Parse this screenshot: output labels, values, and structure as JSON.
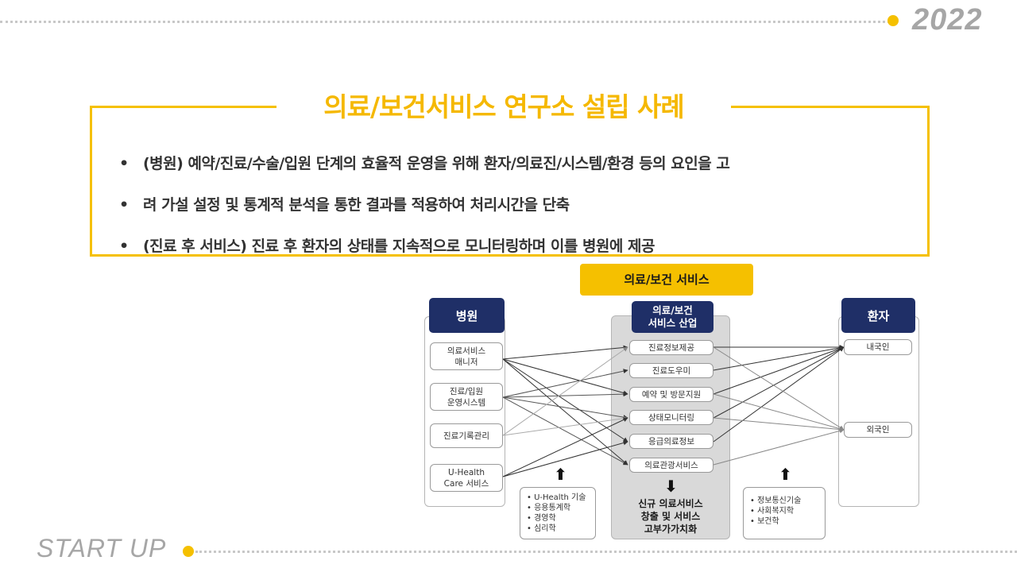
{
  "header": {
    "year": "2022"
  },
  "footer": {
    "brand": "START UP"
  },
  "section": {
    "title": "의료/보건서비스 연구소 설립 사례",
    "bullets": [
      "(병원) 예약/진료/수술/입원 단계의 효율적 운영을 위해 환자/의료진/시스템/환경 등의 요인을 고",
      "려 가설 설정 및 통계적 분석을 통한 결과를 적용하여 처리시간을 단축",
      "(진료 후 서비스) 진료 후 환자의 상태를 지속적으로 모니터링하며 이를 병원에 제공"
    ]
  },
  "diagram": {
    "banner": "의료/보건 서비스",
    "hospital": {
      "title": "병원",
      "items": [
        "의료서비스\n매니저",
        "진료/입원\n운영시스템",
        "진료기록관리",
        "U-Health\nCare 서비스"
      ],
      "notes": [
        "• U-Health  기술",
        "• 응용통계학",
        "• 경영학",
        "• 심리학"
      ]
    },
    "industry": {
      "title": "의료/보건\n서비스 산업",
      "items": [
        "진료정보제공",
        "진료도우미",
        "예약 및 방문지원",
        "상태모니터링",
        "응급의료정보",
        "의료관광서비스"
      ],
      "outcome": "신규 의료서비스\n창출 및 서비스\n고부가가치화"
    },
    "patient": {
      "title": "환자",
      "items": [
        "내국인",
        "외국인"
      ],
      "notes": [
        "• 정보통신기술",
        "• 사회복지학",
        "• 보건학"
      ]
    },
    "colors": {
      "accent": "#f5c000",
      "navy": "#1f2f67",
      "panel": "#d9d9d9"
    }
  }
}
